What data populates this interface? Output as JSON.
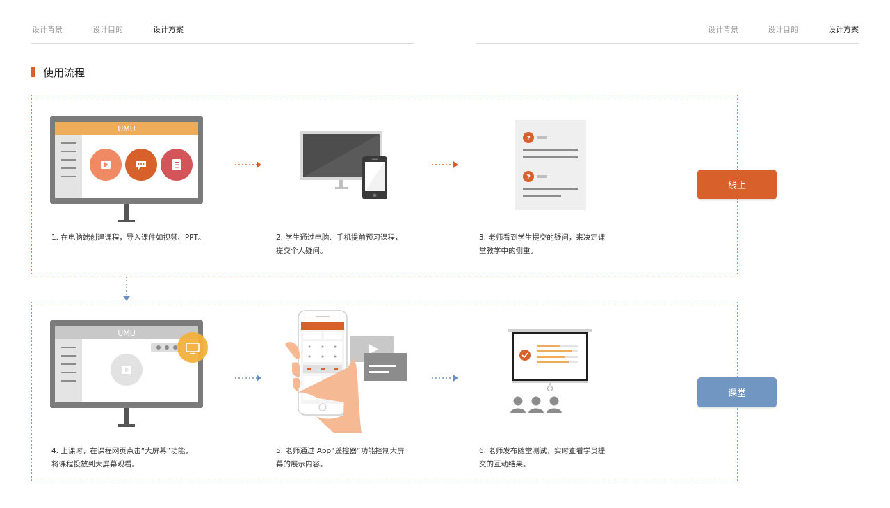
{
  "nav_left": {
    "tabs": [
      {
        "label": "设计背景"
      },
      {
        "label": "设计目的"
      },
      {
        "label": "设计方案",
        "active": true
      }
    ]
  },
  "nav_right": {
    "tabs": [
      {
        "label": "设计背景"
      },
      {
        "label": "设计目的"
      },
      {
        "label": "设计方案",
        "active": true
      }
    ]
  },
  "section": {
    "title": "使用流程"
  },
  "online": {
    "tag": "线上",
    "monitor_label": "UMU",
    "steps": [
      {
        "line1": "1. 在电脑端创建课程，导入课件如视频、PPT。",
        "line2": ""
      },
      {
        "line1": "2. 学生通过电脑、手机提前预习课程，",
        "line2": "提交个人疑问。"
      },
      {
        "line1": "3. 老师看到学生提交的疑问，来决定课",
        "line2": "堂教学中的侧重。"
      }
    ]
  },
  "classroom": {
    "tag": "课堂",
    "monitor_label": "UMU",
    "steps": [
      {
        "line1": "4. 上课时，在课程网页点击“大屏幕”功能，",
        "line2": "将课程投放到大屏幕观看。"
      },
      {
        "line1": "5. 老师通过 App“遥控器”功能控制大屏",
        "line2": "幕的展示内容。"
      },
      {
        "line1": "6. 老师发布随堂测试，实时查看学员提",
        "line2": "交的互动结果。"
      }
    ]
  },
  "colors": {
    "accent": "#d8602a",
    "classroom_blue": "#7296c2",
    "umu_bar": "#efac5a",
    "monitor_frame": "#7b7b7b"
  }
}
